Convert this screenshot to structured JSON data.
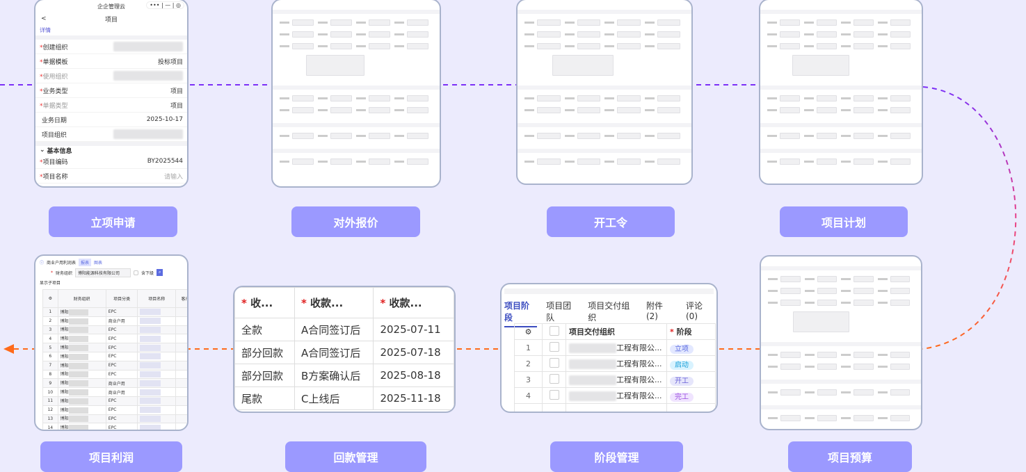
{
  "steps": {
    "s1": "立项申请",
    "s2": "对外报价",
    "s3": "开工令",
    "s4": "项目计划",
    "s5": "项目预算",
    "s6": "阶段管理",
    "s7": "回款管理",
    "s8": "项目利润"
  },
  "colors": {
    "bg": "#ecebfd",
    "button": "#9b99ff",
    "line_purple": "#7b2ff7",
    "line_pink": "#e8408a",
    "line_orange": "#ff6a1a"
  },
  "phone": {
    "app": "企企管理云",
    "caps": "••• | — | ◎",
    "back": "<",
    "title": "项目",
    "tab": "详情",
    "rows": [
      {
        "label": "创建组织",
        "req": true,
        "value": "",
        "blur": true
      },
      {
        "label": "单据模板",
        "req": true,
        "value": "投标项目"
      },
      {
        "label": "使用组织",
        "req": true,
        "dim": true,
        "value": "",
        "blur": true
      },
      {
        "label": "业务类型",
        "req": true,
        "value": "项目"
      },
      {
        "label": "单据类型",
        "req": true,
        "dim": true,
        "value": "项目"
      },
      {
        "label": "业务日期",
        "value": "2025-10-17"
      },
      {
        "label": "项目组织",
        "value": "",
        "blur": true
      }
    ],
    "section": "基本信息",
    "rows2": [
      {
        "label": "项目编码",
        "req": true,
        "value": "BY2025544"
      },
      {
        "label": "项目名称",
        "req": true,
        "value": "请输入",
        "placeholder": true
      }
    ]
  },
  "payment": {
    "headers": [
      "收...",
      "收款...",
      "收款..."
    ],
    "rows": [
      [
        "全款",
        "A合同签订后",
        "2025-07-11"
      ],
      [
        "部分回款",
        "A合同签订后",
        "2025-07-18"
      ],
      [
        "部分回款",
        "B方案确认后",
        "2025-08-18"
      ],
      [
        "尾款",
        "C上线后",
        "2025-11-18"
      ]
    ]
  },
  "stage": {
    "tabs": [
      "项目阶段",
      "项目团队",
      "项目交付组织",
      "附件 (2)",
      "评论 (0)"
    ],
    "col_org": "项目交付组织",
    "col_stage": "阶段",
    "rows": [
      {
        "n": "1",
        "org": "工程有限公...",
        "stage": "立项",
        "bg": "#e3e8ff",
        "fg": "#5b6be0"
      },
      {
        "n": "2",
        "org": "工程有限公...",
        "stage": "启动",
        "bg": "#d9f3ff",
        "fg": "#1aa0d8"
      },
      {
        "n": "3",
        "org": "工程有限公...",
        "stage": "开工",
        "bg": "#e6e6fb",
        "fg": "#6a62d8"
      },
      {
        "n": "4",
        "org": "工程有限公...",
        "stage": "完工",
        "bg": "#f0e4ff",
        "fg": "#9b4fe0"
      }
    ]
  },
  "profit": {
    "title": "商业户用利润表",
    "tab_report": "报表",
    "tab_chart": "图表",
    "filter_label": "财务组织",
    "filter_value": "博阳能源科技有限公司",
    "include_sub": "含下级",
    "show_sub": "显示子项目",
    "headers": [
      "财务组织",
      "项目分类",
      "项目名称",
      "客户"
    ],
    "rows": [
      [
        "1",
        "博阳",
        "EPC"
      ],
      [
        "2",
        "博阳",
        "商业户用"
      ],
      [
        "3",
        "博阳",
        "EPC"
      ],
      [
        "4",
        "博阳",
        "EPC"
      ],
      [
        "5",
        "博阳",
        "EPC"
      ],
      [
        "6",
        "博阳",
        "EPC"
      ],
      [
        "7",
        "博阳",
        "EPC"
      ],
      [
        "8",
        "博阳",
        "EPC"
      ],
      [
        "9",
        "博阳",
        "商业户用"
      ],
      [
        "10",
        "博阳",
        "商业户用"
      ],
      [
        "11",
        "博阳",
        "EPC"
      ],
      [
        "12",
        "博阳",
        "EPC"
      ],
      [
        "13",
        "博阳",
        "EPC"
      ],
      [
        "14",
        "博阳",
        "EPC"
      ]
    ]
  }
}
